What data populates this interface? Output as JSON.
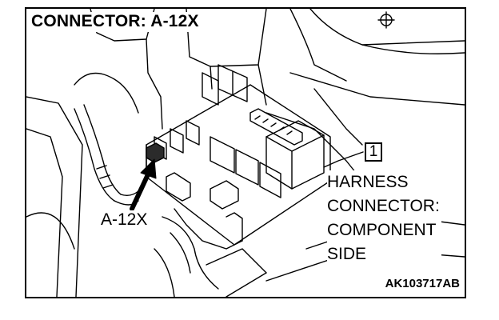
{
  "title": "CONNECTOR: A-12X",
  "connector_label": "A-12X",
  "callout_number": "1",
  "harness_lines": [
    "HARNESS",
    "CONNECTOR:",
    "COMPONENT",
    "SIDE"
  ],
  "figure_code": "AK103717AB",
  "colors": {
    "ink": "#000000",
    "paper": "#ffffff",
    "highlight": "#2b2b2b"
  }
}
